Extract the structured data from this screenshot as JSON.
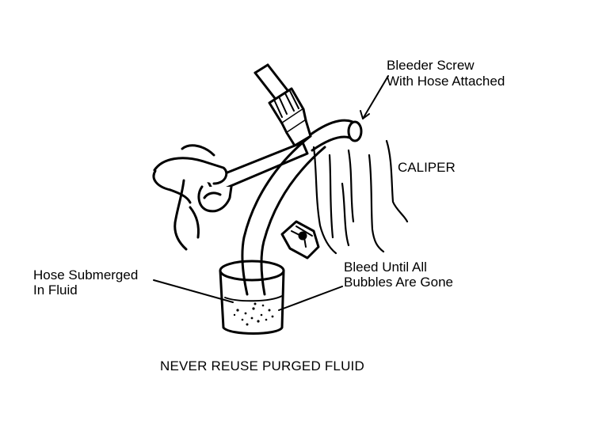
{
  "labels": {
    "bleeder_line1": "Bleeder Screw",
    "bleeder_line2": "With Hose Attached",
    "caliper": "CALIPER",
    "hose_line1": "Hose Submerged",
    "hose_line2": "In Fluid",
    "bleed_line1": "Bleed Until All",
    "bleed_line2": "Bubbles Are Gone"
  },
  "caption": "NEVER REUSE PURGED FLUID",
  "colors": {
    "ink": "#000000",
    "paper": "#ffffff"
  }
}
